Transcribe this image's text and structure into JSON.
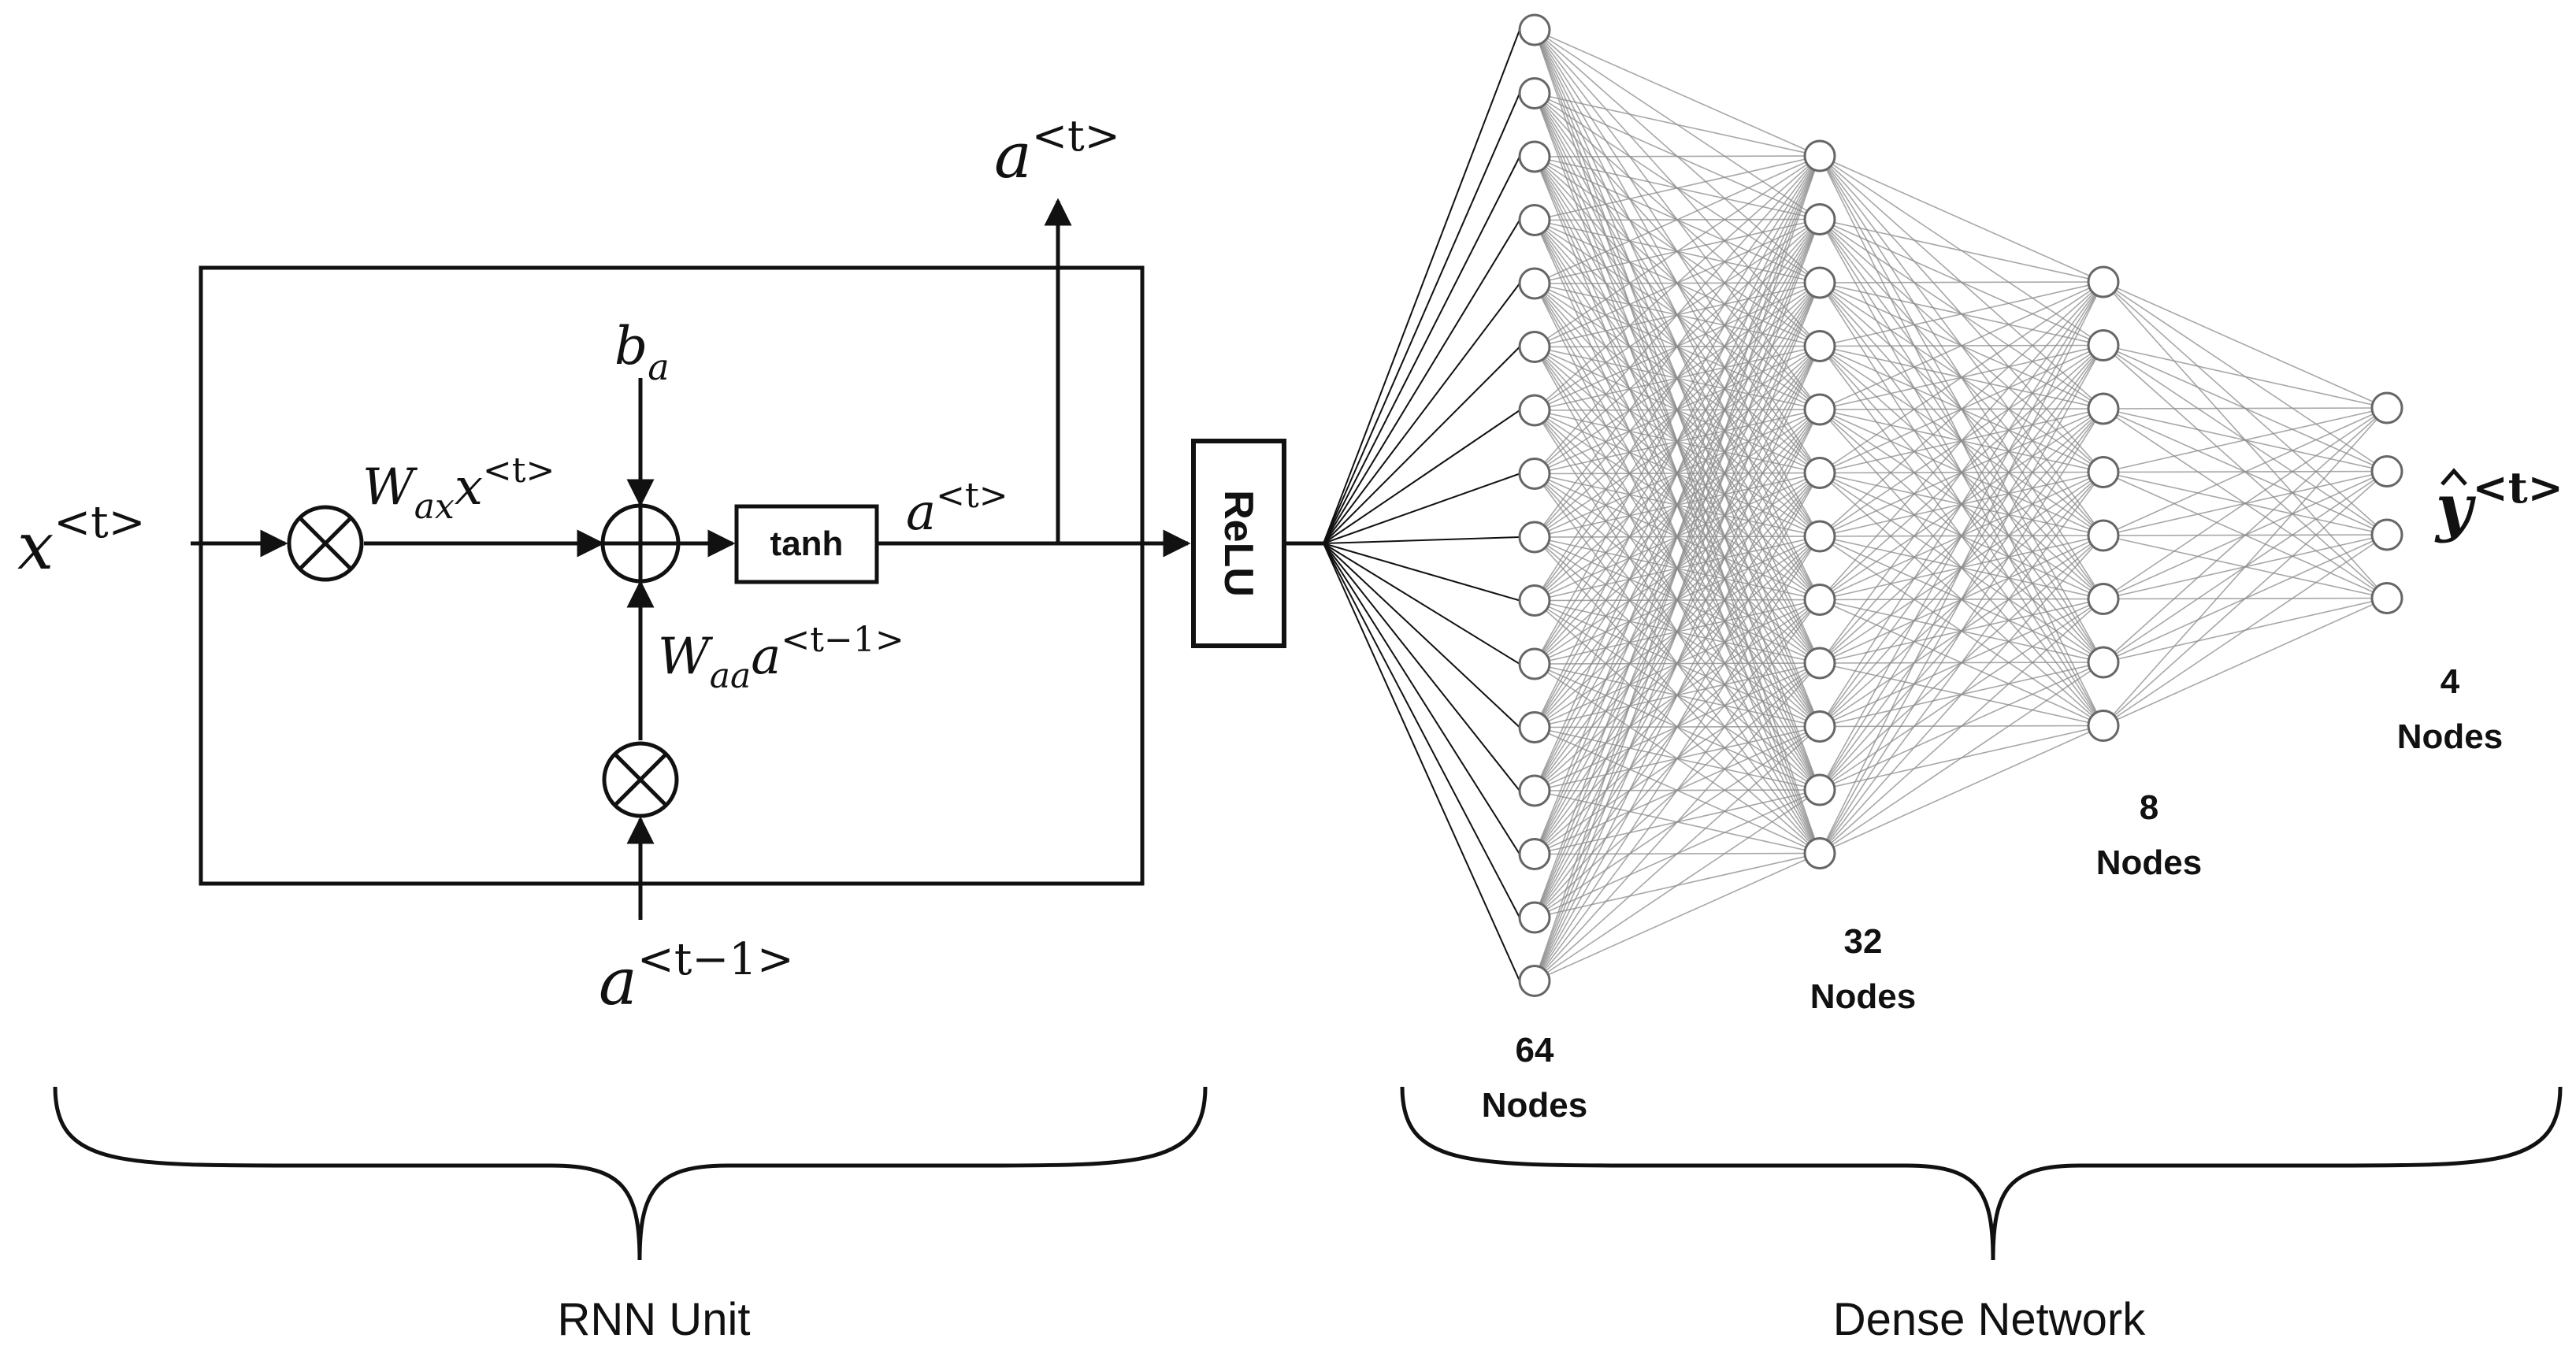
{
  "rnn": {
    "input_label": "x",
    "input_sup": "<t>",
    "bias_label": "b",
    "bias_sub": "a",
    "wax_w": "W",
    "wax_sub": "ax",
    "wax_x": "x",
    "wax_sup": "<t>",
    "waa_w": "W",
    "waa_sub": "aa",
    "waa_a": "a",
    "waa_sup": "<t−1>",
    "tanh_label": "tanh",
    "a_inner": "a",
    "a_inner_sup": "<t>",
    "a_top": "a",
    "a_top_sup": "<t>",
    "a_prev": "a",
    "a_prev_sup": "<t−1>",
    "brace_label": "RNN Unit"
  },
  "relu_label": "ReLU",
  "dense": {
    "layers": [
      {
        "nodes_drawn": 16,
        "count_label": "64",
        "nodes_word": "Nodes"
      },
      {
        "nodes_drawn": 12,
        "count_label": "32",
        "nodes_word": "Nodes"
      },
      {
        "nodes_drawn": 8,
        "count_label": "8",
        "nodes_word": "Nodes"
      },
      {
        "nodes_drawn": 4,
        "count_label": "4",
        "nodes_word": "Nodes"
      }
    ],
    "output_label": "y",
    "output_sup": "<t>",
    "brace_label": "Dense Network"
  },
  "colors": {
    "line": "#111111",
    "edge": "#8a8a8a",
    "node_fill": "#ffffff",
    "node_stroke": "#666666"
  }
}
